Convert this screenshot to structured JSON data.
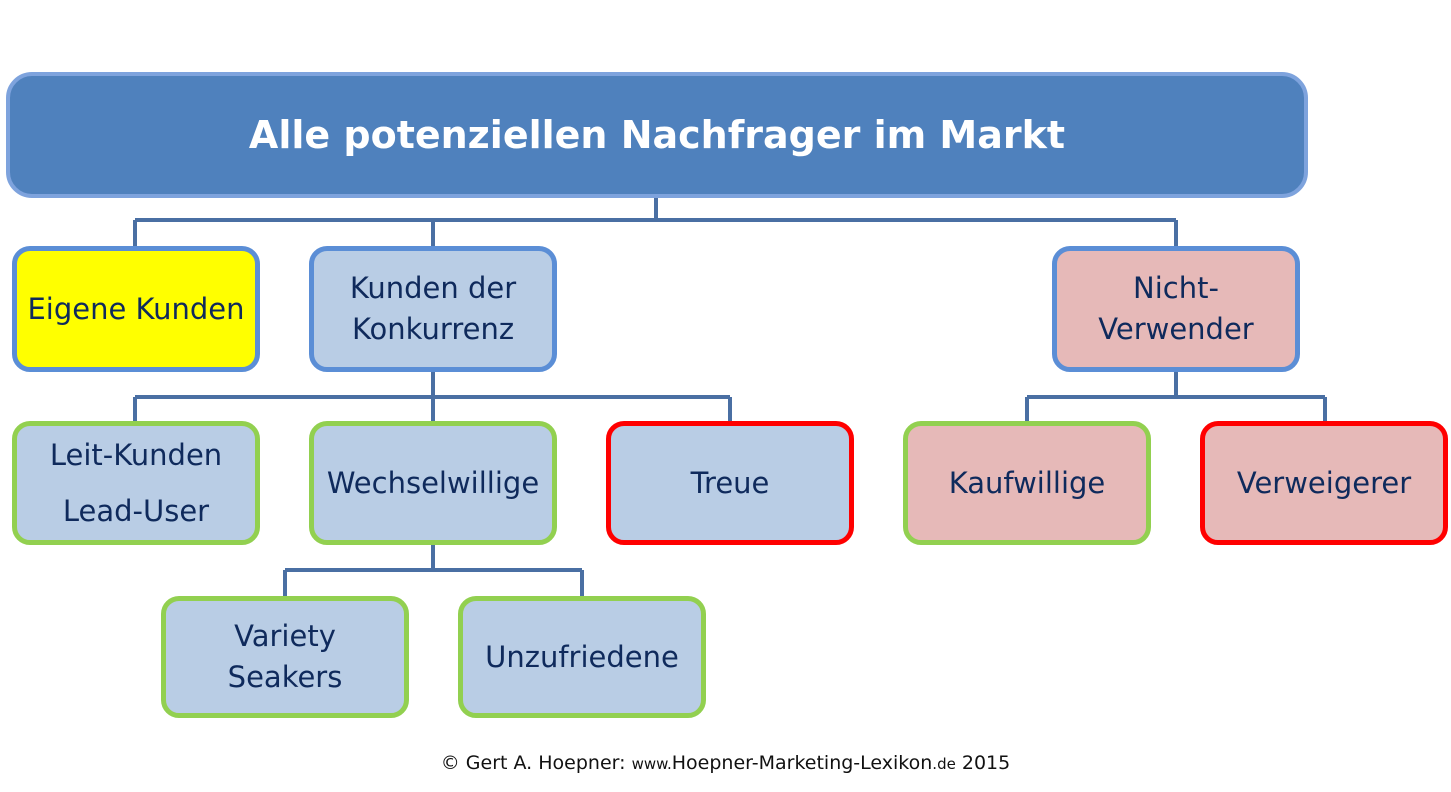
{
  "diagram": {
    "root": {
      "label": "Alle potenziellen Nachfrager im Markt"
    },
    "nodes": {
      "eigene_kunden": {
        "lines": [
          "Eigene Kunden"
        ]
      },
      "kunden_der_konkurrenz": {
        "lines": [
          "Kunden der",
          "Konkurrenz"
        ]
      },
      "nicht_verwender": {
        "lines": [
          "Nicht-",
          "Verwender"
        ]
      },
      "leit_kunden": {
        "lines": [
          "Leit-Kunden",
          "Lead-User"
        ]
      },
      "wechselwillige": {
        "lines": [
          "Wechselwillige"
        ]
      },
      "treue": {
        "lines": [
          "Treue"
        ]
      },
      "kaufwillige": {
        "lines": [
          "Kaufwillige"
        ]
      },
      "verweigerer": {
        "lines": [
          "Verweigerer"
        ]
      },
      "variety_seakers": {
        "lines": [
          "Variety",
          "Seakers"
        ]
      },
      "unzufriedene": {
        "lines": [
          "Unzufriedene"
        ]
      }
    },
    "colors": {
      "root_fill": "#4f81bd",
      "root_border": "#7ea3dd",
      "connector": "#4a6fa3",
      "border_blue": "#5b8ed6",
      "border_green": "#92d050",
      "border_red": "#ff0000",
      "fill_yellow": "#ffff00",
      "fill_light_blue": "#b9cde5",
      "fill_pink": "#e6b9b8",
      "text_dark": "#0f2a5c"
    }
  },
  "footer": {
    "author": "© Gert A. Hoepner: ",
    "www": "www.",
    "site": "Hoepner-Marketing-Lexikon",
    "tld": ".de",
    "year": " 2015"
  }
}
